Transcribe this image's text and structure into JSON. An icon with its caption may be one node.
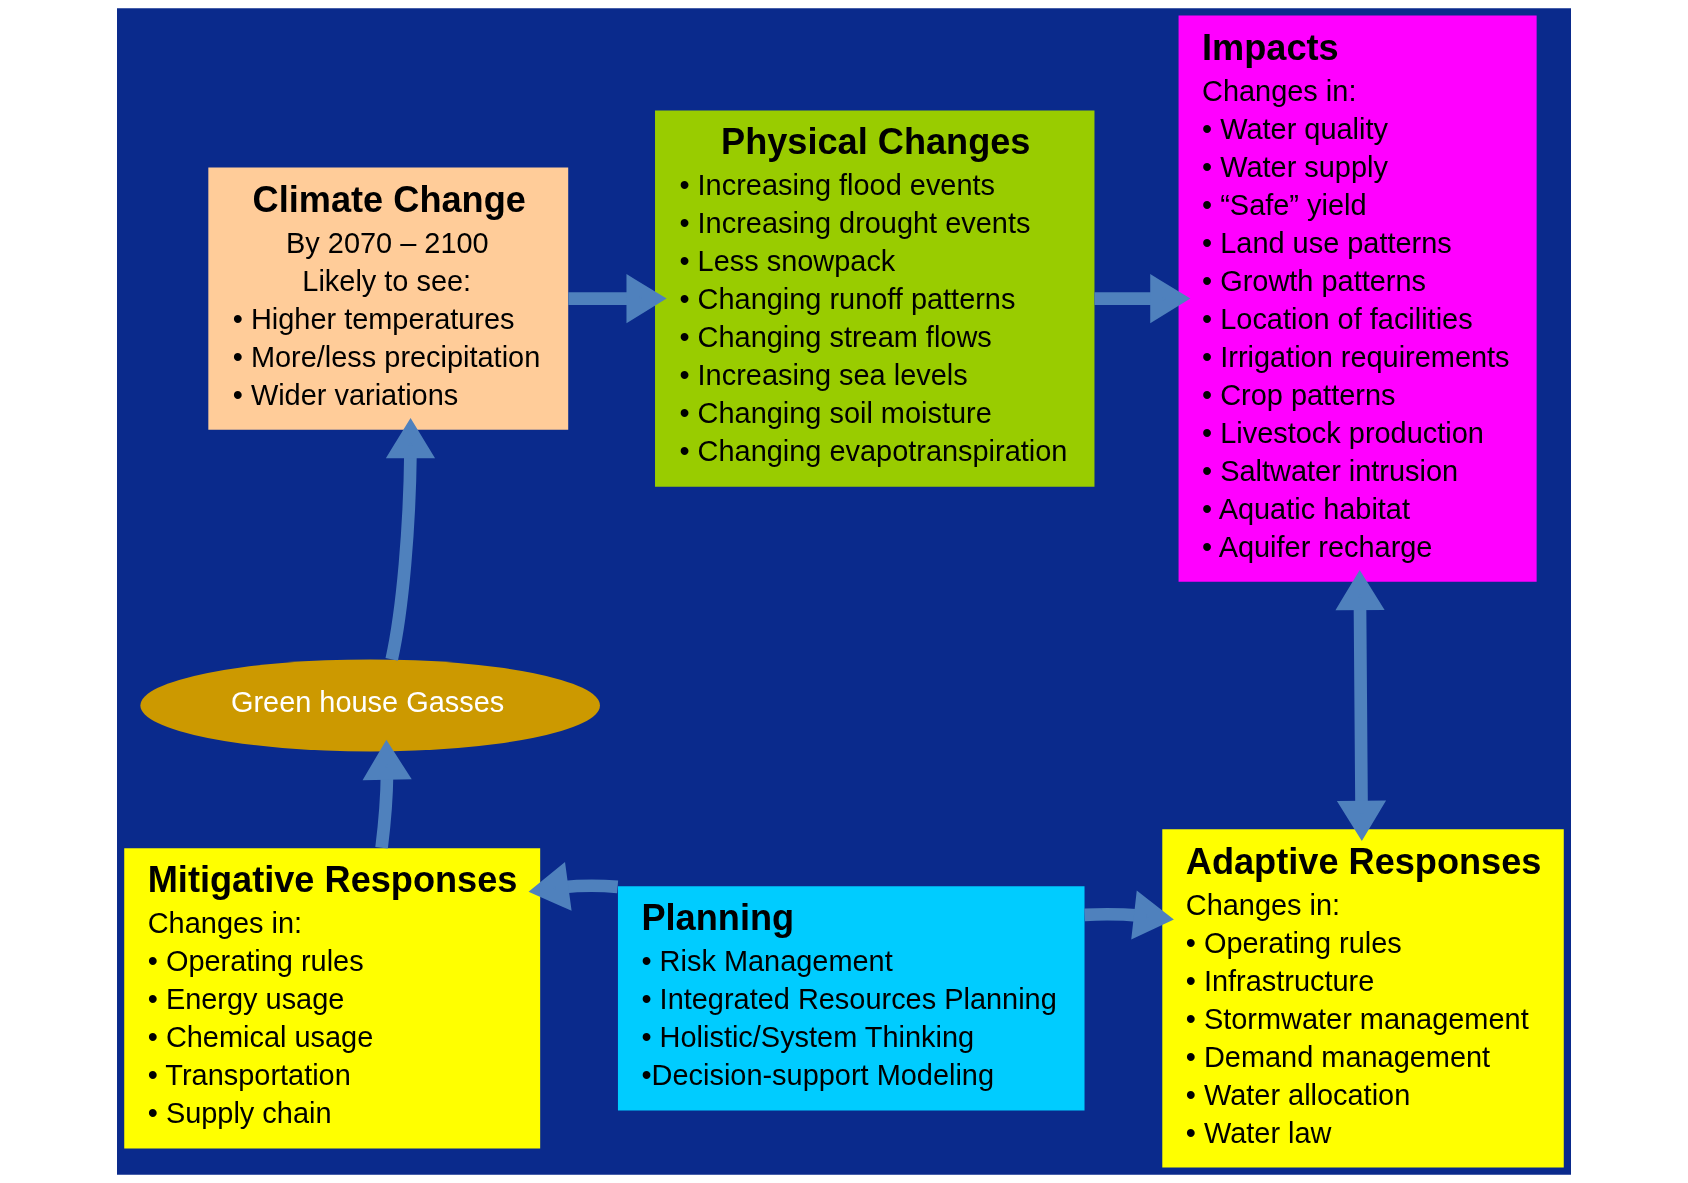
{
  "diagram": {
    "nodes": [
      {
        "text": [
          "Climate Change",
          "By 2070 – 2100",
          "Likely to see:",
          "• Higher temperatures",
          "• More/less precipitation",
          "• Wider variations"
        ]
      },
      {
        "text": [
          "Physical Changes",
          "• Increasing flood events",
          "• Increasing drought events",
          "• Less snowpack",
          "• Changing runoff patterns",
          "• Changing stream flows",
          "• Increasing sea levels",
          "• Changing soil moisture",
          "• Changing evapotranspiration"
        ]
      },
      {
        "text": [
          "Impacts",
          "Changes in:",
          "• Water quality",
          "• Water supply",
          "• “Safe” yield",
          "• Land use patterns",
          "• Growth patterns",
          "• Location of facilities",
          "• Irrigation requirements",
          "• Crop patterns",
          "• Livestock production",
          "• Saltwater intrusion",
          "• Aquatic habitat",
          "• Aquifer recharge"
        ]
      },
      {
        "text": [
          "Green house Gasses"
        ]
      },
      {
        "text": [
          "Mitigative Responses",
          "Changes in:",
          "• Operating rules",
          "• Energy usage",
          "• Chemical usage",
          "• Transportation",
          "• Supply chain"
        ]
      },
      {
        "text": [
          "Planning",
          "• Risk Management",
          "• Integrated Resources Planning",
          "• Holistic/System Thinking",
          "•Decision-support Modeling"
        ]
      },
      {
        "text": [
          "Adaptive Responses",
          "Changes in:",
          "• Operating rules",
          "• Infrastructure",
          "• Stormwater management",
          "• Demand management",
          "• Water allocation",
          "• Water law"
        ]
      }
    ],
    "edges": [
      {
        "from": 0,
        "to": 1,
        "arrow": "to"
      },
      {
        "from": 1,
        "to": 2,
        "arrow": "to"
      },
      {
        "from": 3,
        "to": 0,
        "arrow": "to"
      },
      {
        "from": 4,
        "to": 3,
        "arrow": "to"
      },
      {
        "from": 5,
        "to": 4,
        "arrow": "to"
      },
      {
        "from": 5,
        "to": 6,
        "arrow": "to"
      },
      {
        "from": 2,
        "to": 6,
        "arrow": "both"
      }
    ]
  }
}
